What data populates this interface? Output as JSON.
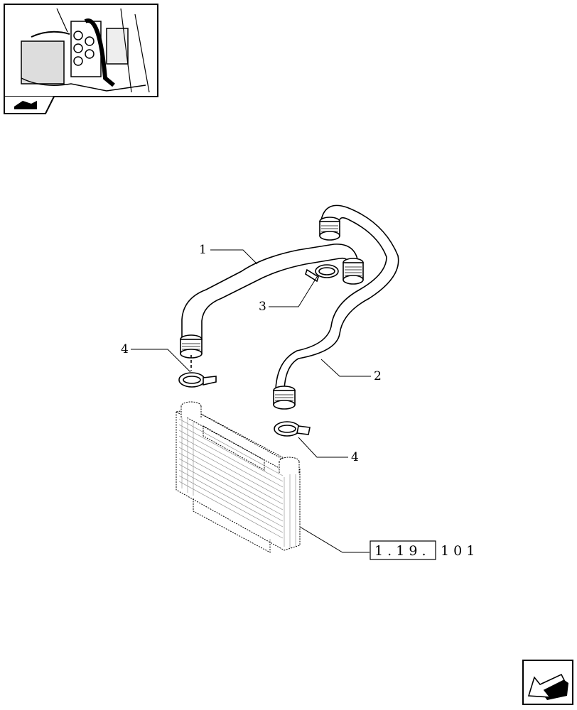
{
  "callouts": {
    "c1": "1",
    "c2": "2",
    "c3": "3",
    "c4a": "4",
    "c4b": "4"
  },
  "reference": {
    "boxed": "1 . 1 9 .",
    "rest": "1   0 1"
  },
  "icons": {
    "thumbnail": "tractor-engine-thumbnail",
    "section": "section-icon",
    "next_page": "next-page-arrow-icon"
  },
  "colors": {
    "line": "#000000",
    "background": "#ffffff"
  }
}
